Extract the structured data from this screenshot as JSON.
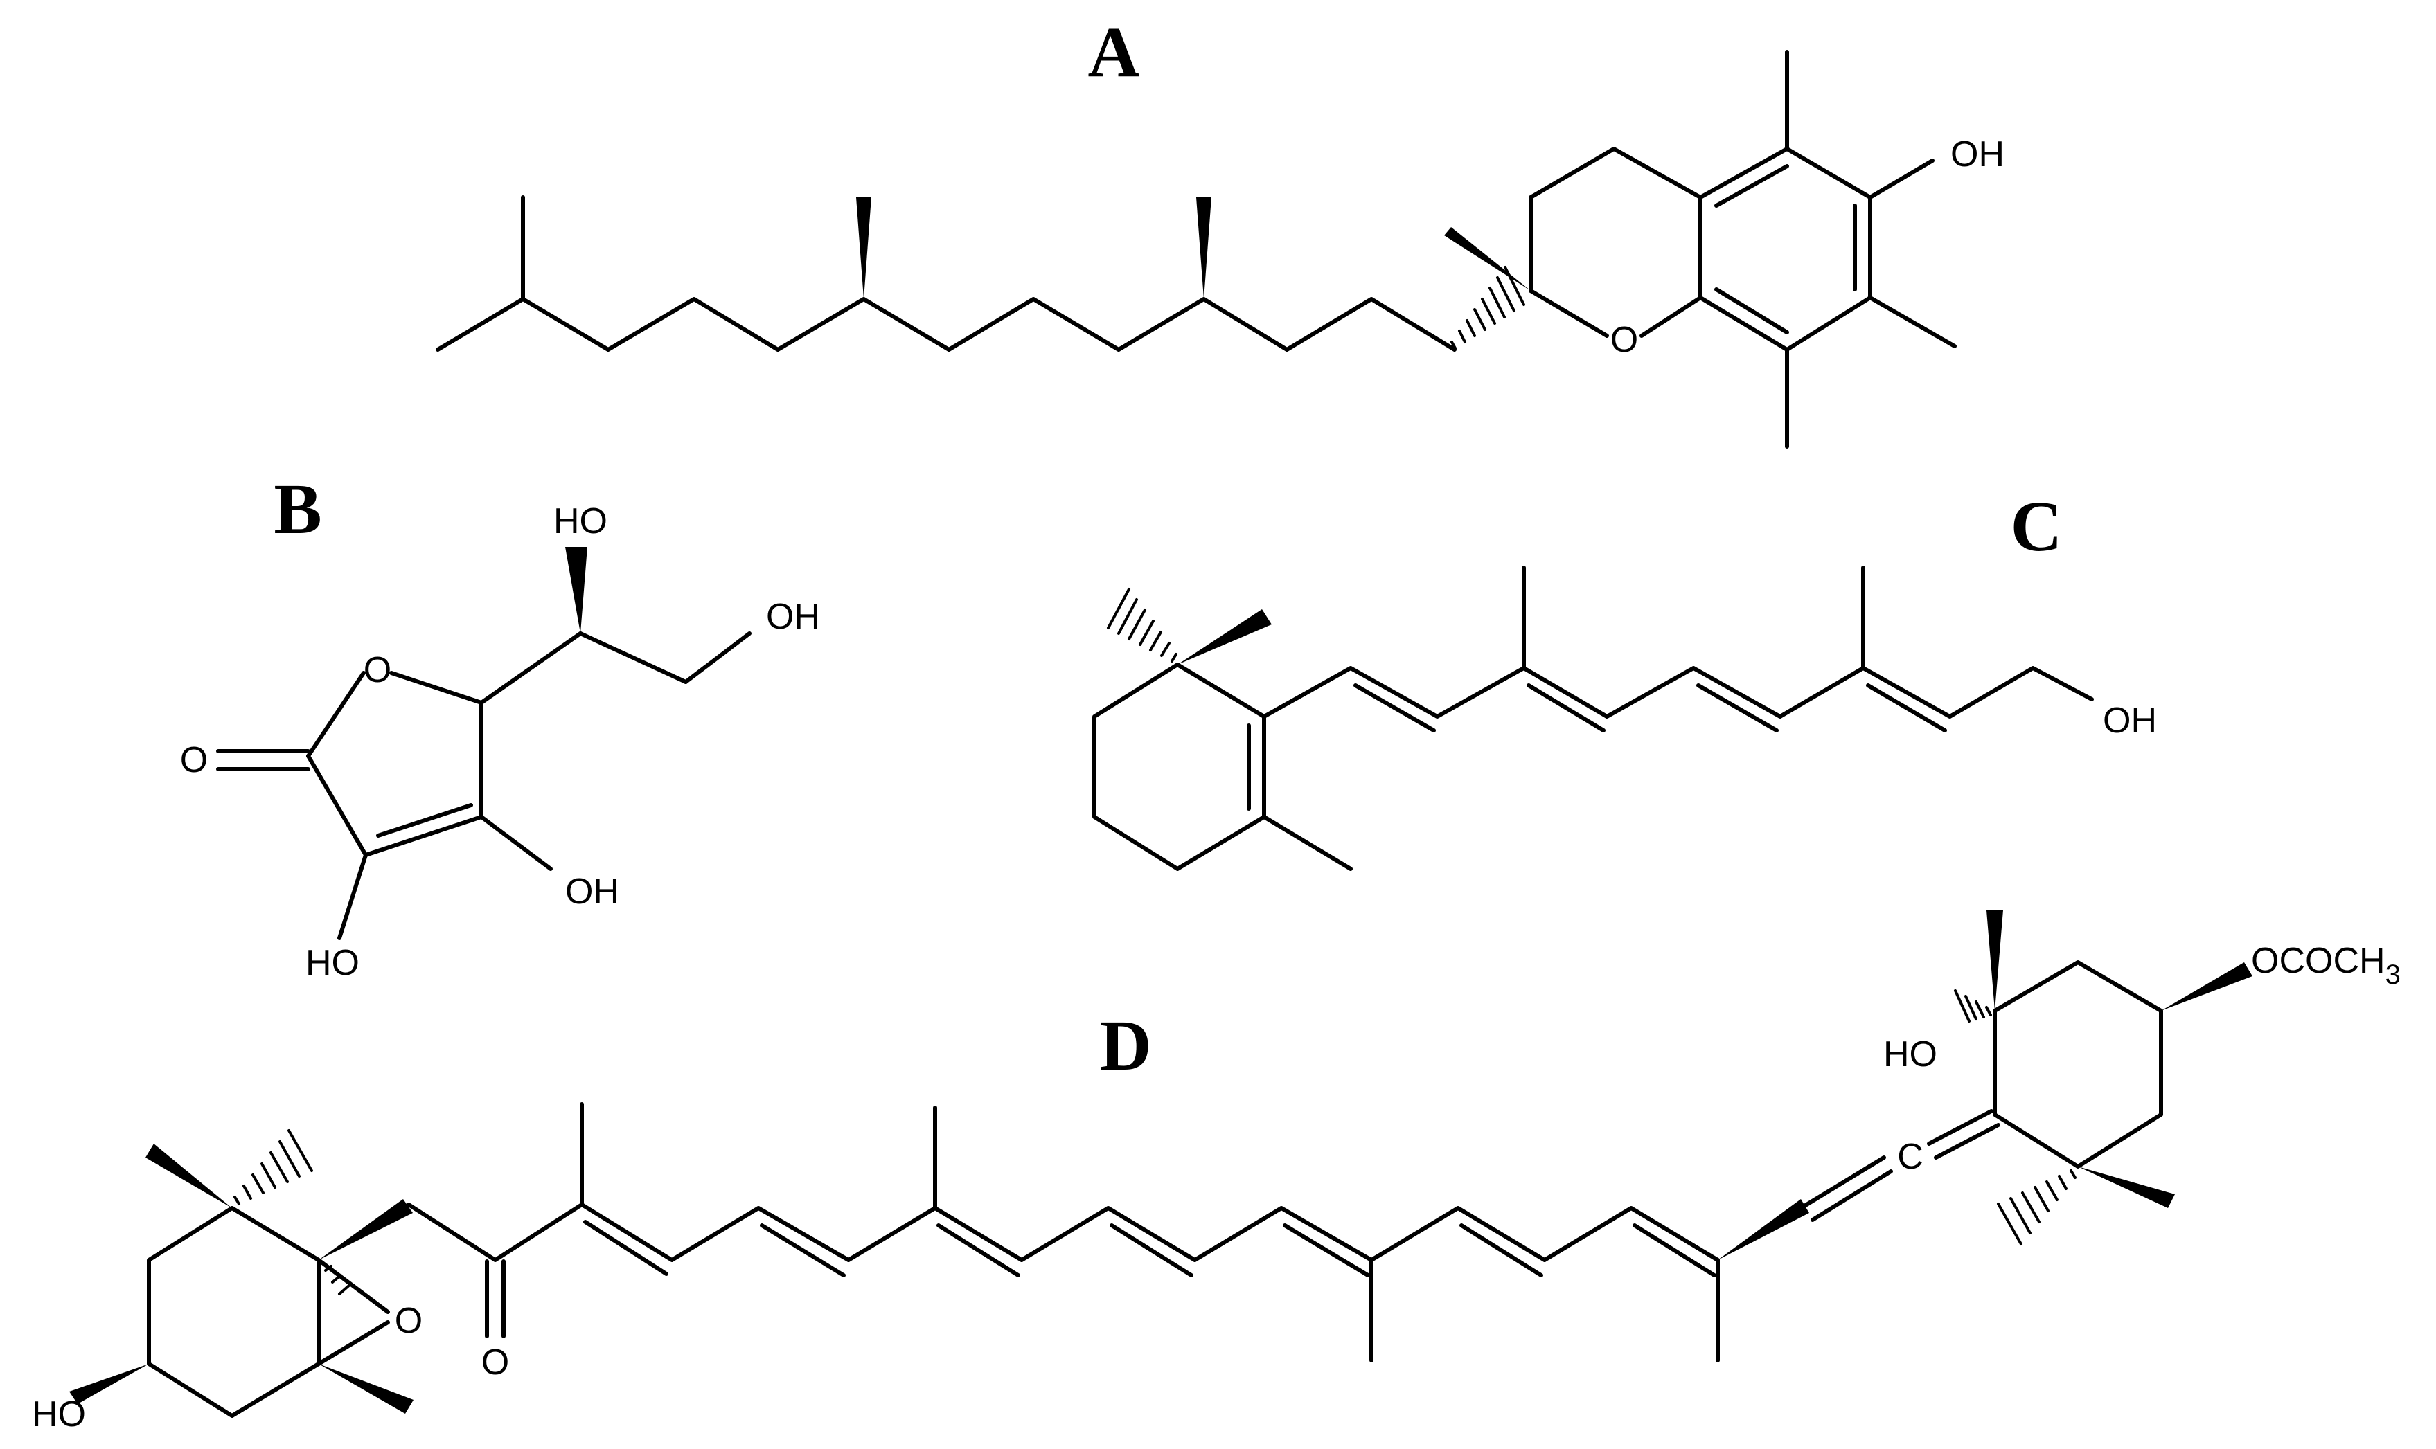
{
  "panels": [
    {
      "letter": "A"
    },
    {
      "letter": "B"
    },
    {
      "letter": "C"
    },
    {
      "letter": "D"
    }
  ],
  "labels": {
    "a_oh": "OH",
    "a_o": "O",
    "b_ho_top": "HO",
    "b_oh_right": "OH",
    "b_ring_o": "O",
    "b_keto_o": "O",
    "b_oh_lower_right": "OH",
    "b_ho_bottom": "HO",
    "c_oh": "OH",
    "d_ho_left": "HO",
    "d_epoxide_o": "O",
    "d_keto_o": "O",
    "d_ho_right": "HO",
    "d_ococh3_main": "OCOCH",
    "d_ococh3_sub": "3",
    "d_allene_c": "C"
  }
}
